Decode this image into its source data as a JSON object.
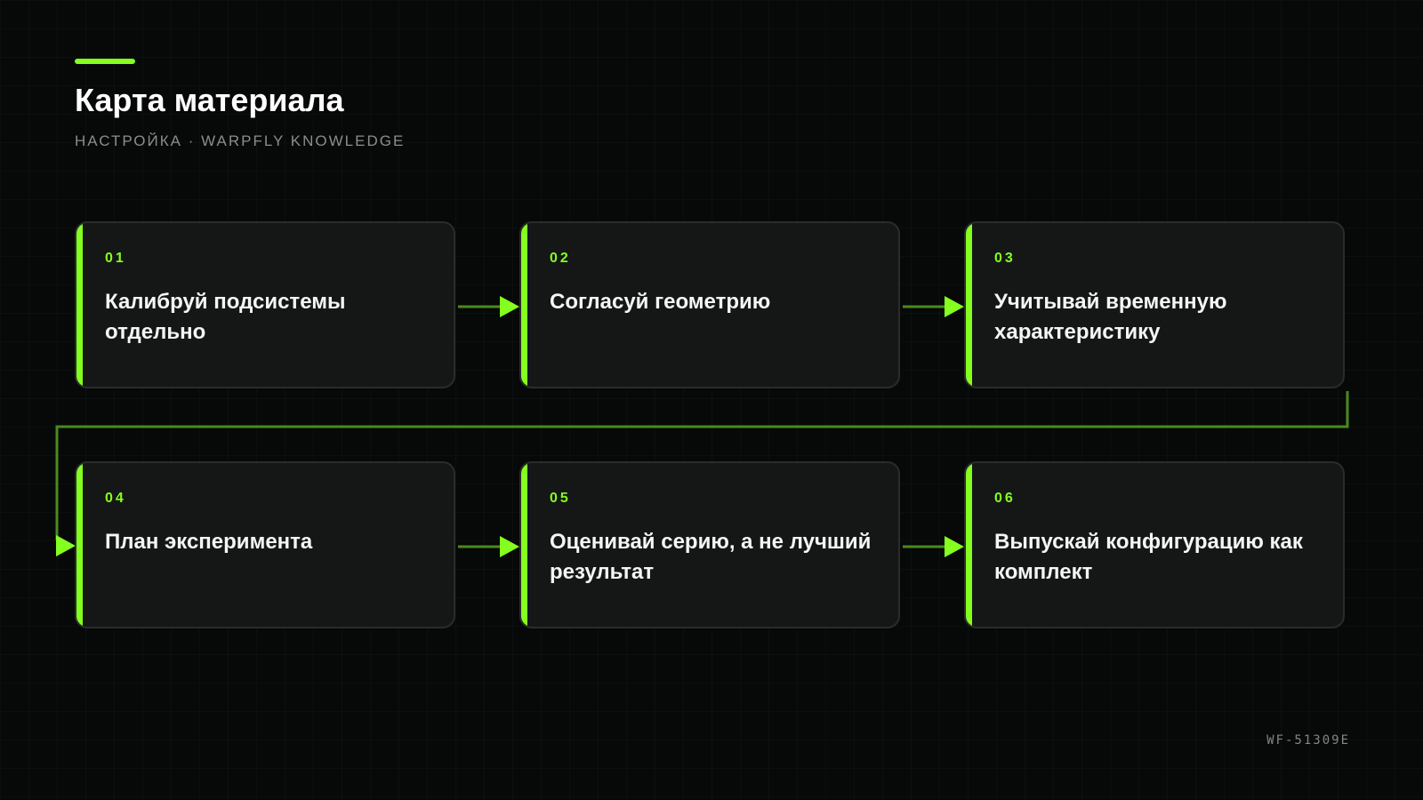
{
  "header": {
    "title": "Карта материала",
    "subtitle": "НАСТРОЙКА · WARPFLY KNOWLEDGE"
  },
  "steps": [
    {
      "number": "01",
      "text": "Калибруй подсистемы отдельно"
    },
    {
      "number": "02",
      "text": "Согласуй геометрию"
    },
    {
      "number": "03",
      "text": "Учитывай временную характеристику"
    },
    {
      "number": "04",
      "text": "План эксперимента"
    },
    {
      "number": "05",
      "text": "Оценивай серию, а не лучший результат"
    },
    {
      "number": "06",
      "text": "Выпускай конфигурацию как комплект"
    }
  ],
  "footer": {
    "id": "WF-51309E"
  },
  "colors": {
    "accent": "#84ff1f",
    "background": "#070908",
    "card": "#151716",
    "connector": "#4a8a1f"
  }
}
